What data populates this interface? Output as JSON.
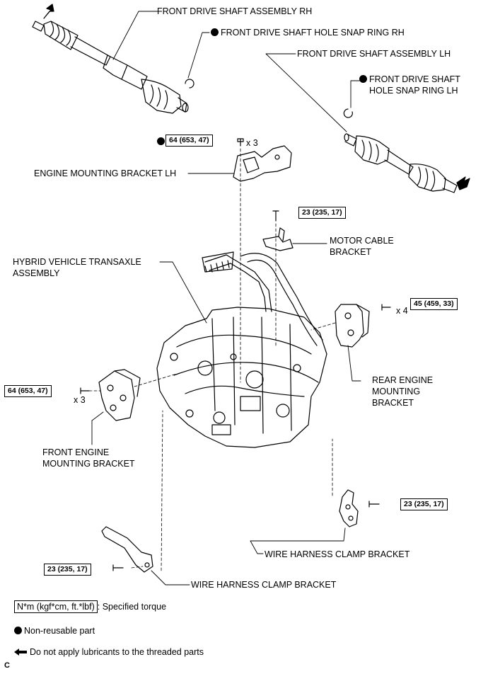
{
  "labels": {
    "drive_shaft_rh": "FRONT DRIVE SHAFT ASSEMBLY RH",
    "snap_ring_rh": "FRONT DRIVE SHAFT HOLE SNAP RING RH",
    "drive_shaft_lh": "FRONT DRIVE SHAFT ASSEMBLY LH",
    "snap_ring_lh_1": "FRONT DRIVE SHAFT",
    "snap_ring_lh_2": "HOLE SNAP RING LH",
    "engine_mount_lh": "ENGINE MOUNTING BRACKET LH",
    "motor_cable_1": "MOTOR CABLE",
    "motor_cable_2": "BRACKET",
    "transaxle_1": "HYBRID VEHICLE TRANSAXLE",
    "transaxle_2": "ASSEMBLY",
    "rear_mount_1": "REAR ENGINE",
    "rear_mount_2": "MOUNTING",
    "rear_mount_3": "BRACKET",
    "front_mount_1": "FRONT ENGINE",
    "front_mount_2": "MOUNTING BRACKET",
    "wire_clamp_right": "WIRE HARNESS CLAMP BRACKET",
    "wire_clamp_bottom": "WIRE HARNESS CLAMP BRACKET"
  },
  "torques": {
    "engine_mount_lh": "64 (653, 47)",
    "motor_cable": "23 (235, 17)",
    "rear_mount": "45 (459, 33)",
    "front_mount": "64 (653, 47)",
    "wire_clamp_right": "23 (235, 17)",
    "wire_clamp_bottom": "23 (235, 17)"
  },
  "quantities": {
    "engine_mount_lh": "x 3",
    "rear_mount": "x 4",
    "front_mount": "x 3"
  },
  "legend": {
    "torque_box": "N*m (kgf*cm, ft.*lbf)",
    "torque_text": ": Specified torque",
    "non_reusable": "Non-reusable part",
    "no_lubricant": "Do not apply lubricants to the threaded parts"
  },
  "corner_mark": "C"
}
